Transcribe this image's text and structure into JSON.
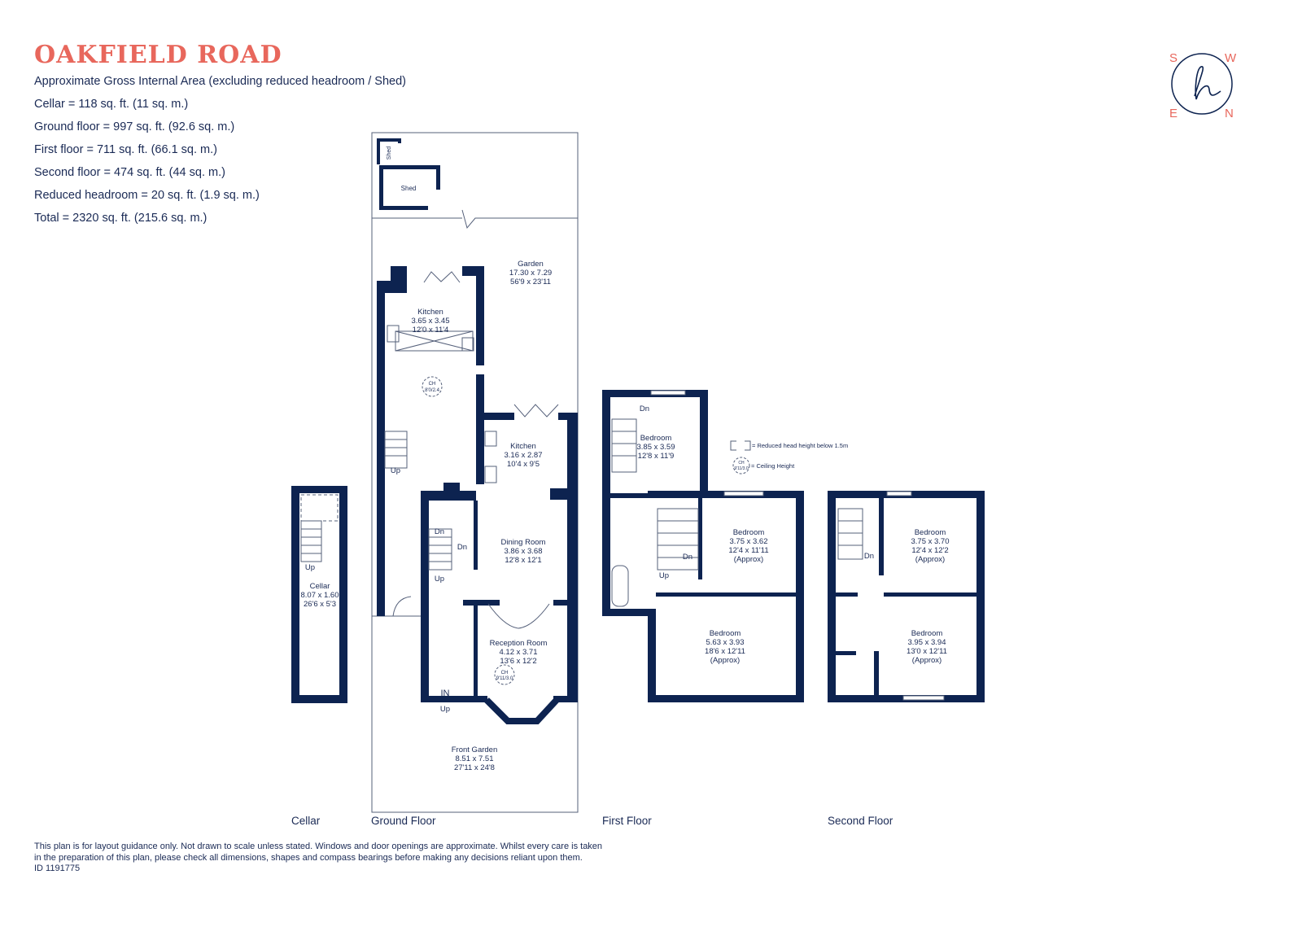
{
  "title": "OAKFIELD ROAD",
  "areas": [
    "Approximate Gross Internal Area (excluding reduced headroom / Shed)",
    "Cellar = 118 sq. ft. (11 sq. m.)",
    "Ground floor = 997 sq. ft. (92.6 sq. m.)",
    "First floor  = 711 sq. ft. (66.1 sq. m.)",
    "Second floor = 474 sq. ft. (44 sq. m.)",
    "Reduced headroom = 20 sq. ft. (1.9 sq. m.)",
    "Total =  2320 sq. ft. (215.6 sq. m.)"
  ],
  "logo": {
    "letters": [
      "S",
      "W",
      "E",
      "N"
    ],
    "mark": "h"
  },
  "legend": {
    "reduced": "= Reduced head height below 1.5m",
    "ceiling": "= Ceiling Height",
    "ch": "CH",
    "ch_value": "9'11/3.0"
  },
  "floors": {
    "cellar": {
      "label": "Cellar",
      "rooms": [
        {
          "name": "Cellar",
          "metric": "8.07 x 1.60",
          "imperial": "26'6 x 5'3"
        }
      ],
      "stairs": "Up"
    },
    "ground": {
      "label": "Ground Floor",
      "shed": "Shed",
      "shed_small": "Shed",
      "rooms": [
        {
          "name": "Garden",
          "metric": "17.30 x 7.29",
          "imperial": "56'9 x 23'11"
        },
        {
          "name": "Kitchen",
          "metric": "3.65 x 3.45",
          "imperial": "12'0 x 11'4"
        },
        {
          "name": "Kitchen",
          "metric": "3.16 x 2.87",
          "imperial": "10'4 x 9'5"
        },
        {
          "name": "Dining Room",
          "metric": "3.86 x 3.68",
          "imperial": "12'8 x 12'1"
        },
        {
          "name": "Reception Room",
          "metric": "4.12 x 3.71",
          "imperial": "13'6 x 12'2"
        },
        {
          "name": "Front Garden",
          "metric": "8.51 x 7.51",
          "imperial": "27'11 x 24'8"
        }
      ],
      "ch_kitchen": "8'0/2.4",
      "ch_reception": "9'11/3.0",
      "up": "Up",
      "dn": "Dn",
      "in": "IN"
    },
    "first": {
      "label": "First Floor",
      "rooms": [
        {
          "name": "Bedroom",
          "metric": "3.85 x 3.59",
          "imperial": "12'8 x 11'9"
        },
        {
          "name": "Bedroom",
          "metric": "3.75 x 3.62",
          "imperial": "12'4 x 11'11",
          "note": "(Approx)"
        },
        {
          "name": "Bedroom",
          "metric": "5.63 x 3.93",
          "imperial": "18'6 x 12'11",
          "note": "(Approx)"
        }
      ],
      "up": "Up",
      "dn": "Dn"
    },
    "second": {
      "label": "Second Floor",
      "rooms": [
        {
          "name": "Bedroom",
          "metric": "3.75 x 3.70",
          "imperial": "12'4 x 12'2",
          "note": "(Approx)"
        },
        {
          "name": "Bedroom",
          "metric": "3.95 x 3.94",
          "imperial": "13'0 x 12'11",
          "note": "(Approx)"
        }
      ],
      "dn": "Dn"
    }
  },
  "disclaimer": [
    "This plan is for layout guidance only. Not drawn to scale unless stated. Windows and door openings are approximate. Whilst every care is taken",
    "in the preparation of this plan, please check all dimensions, shapes and compass bearings before making any decisions reliant upon them.",
    "ID 1191775"
  ],
  "colors": {
    "accent": "#e8675c",
    "walls": "#0d2350"
  }
}
